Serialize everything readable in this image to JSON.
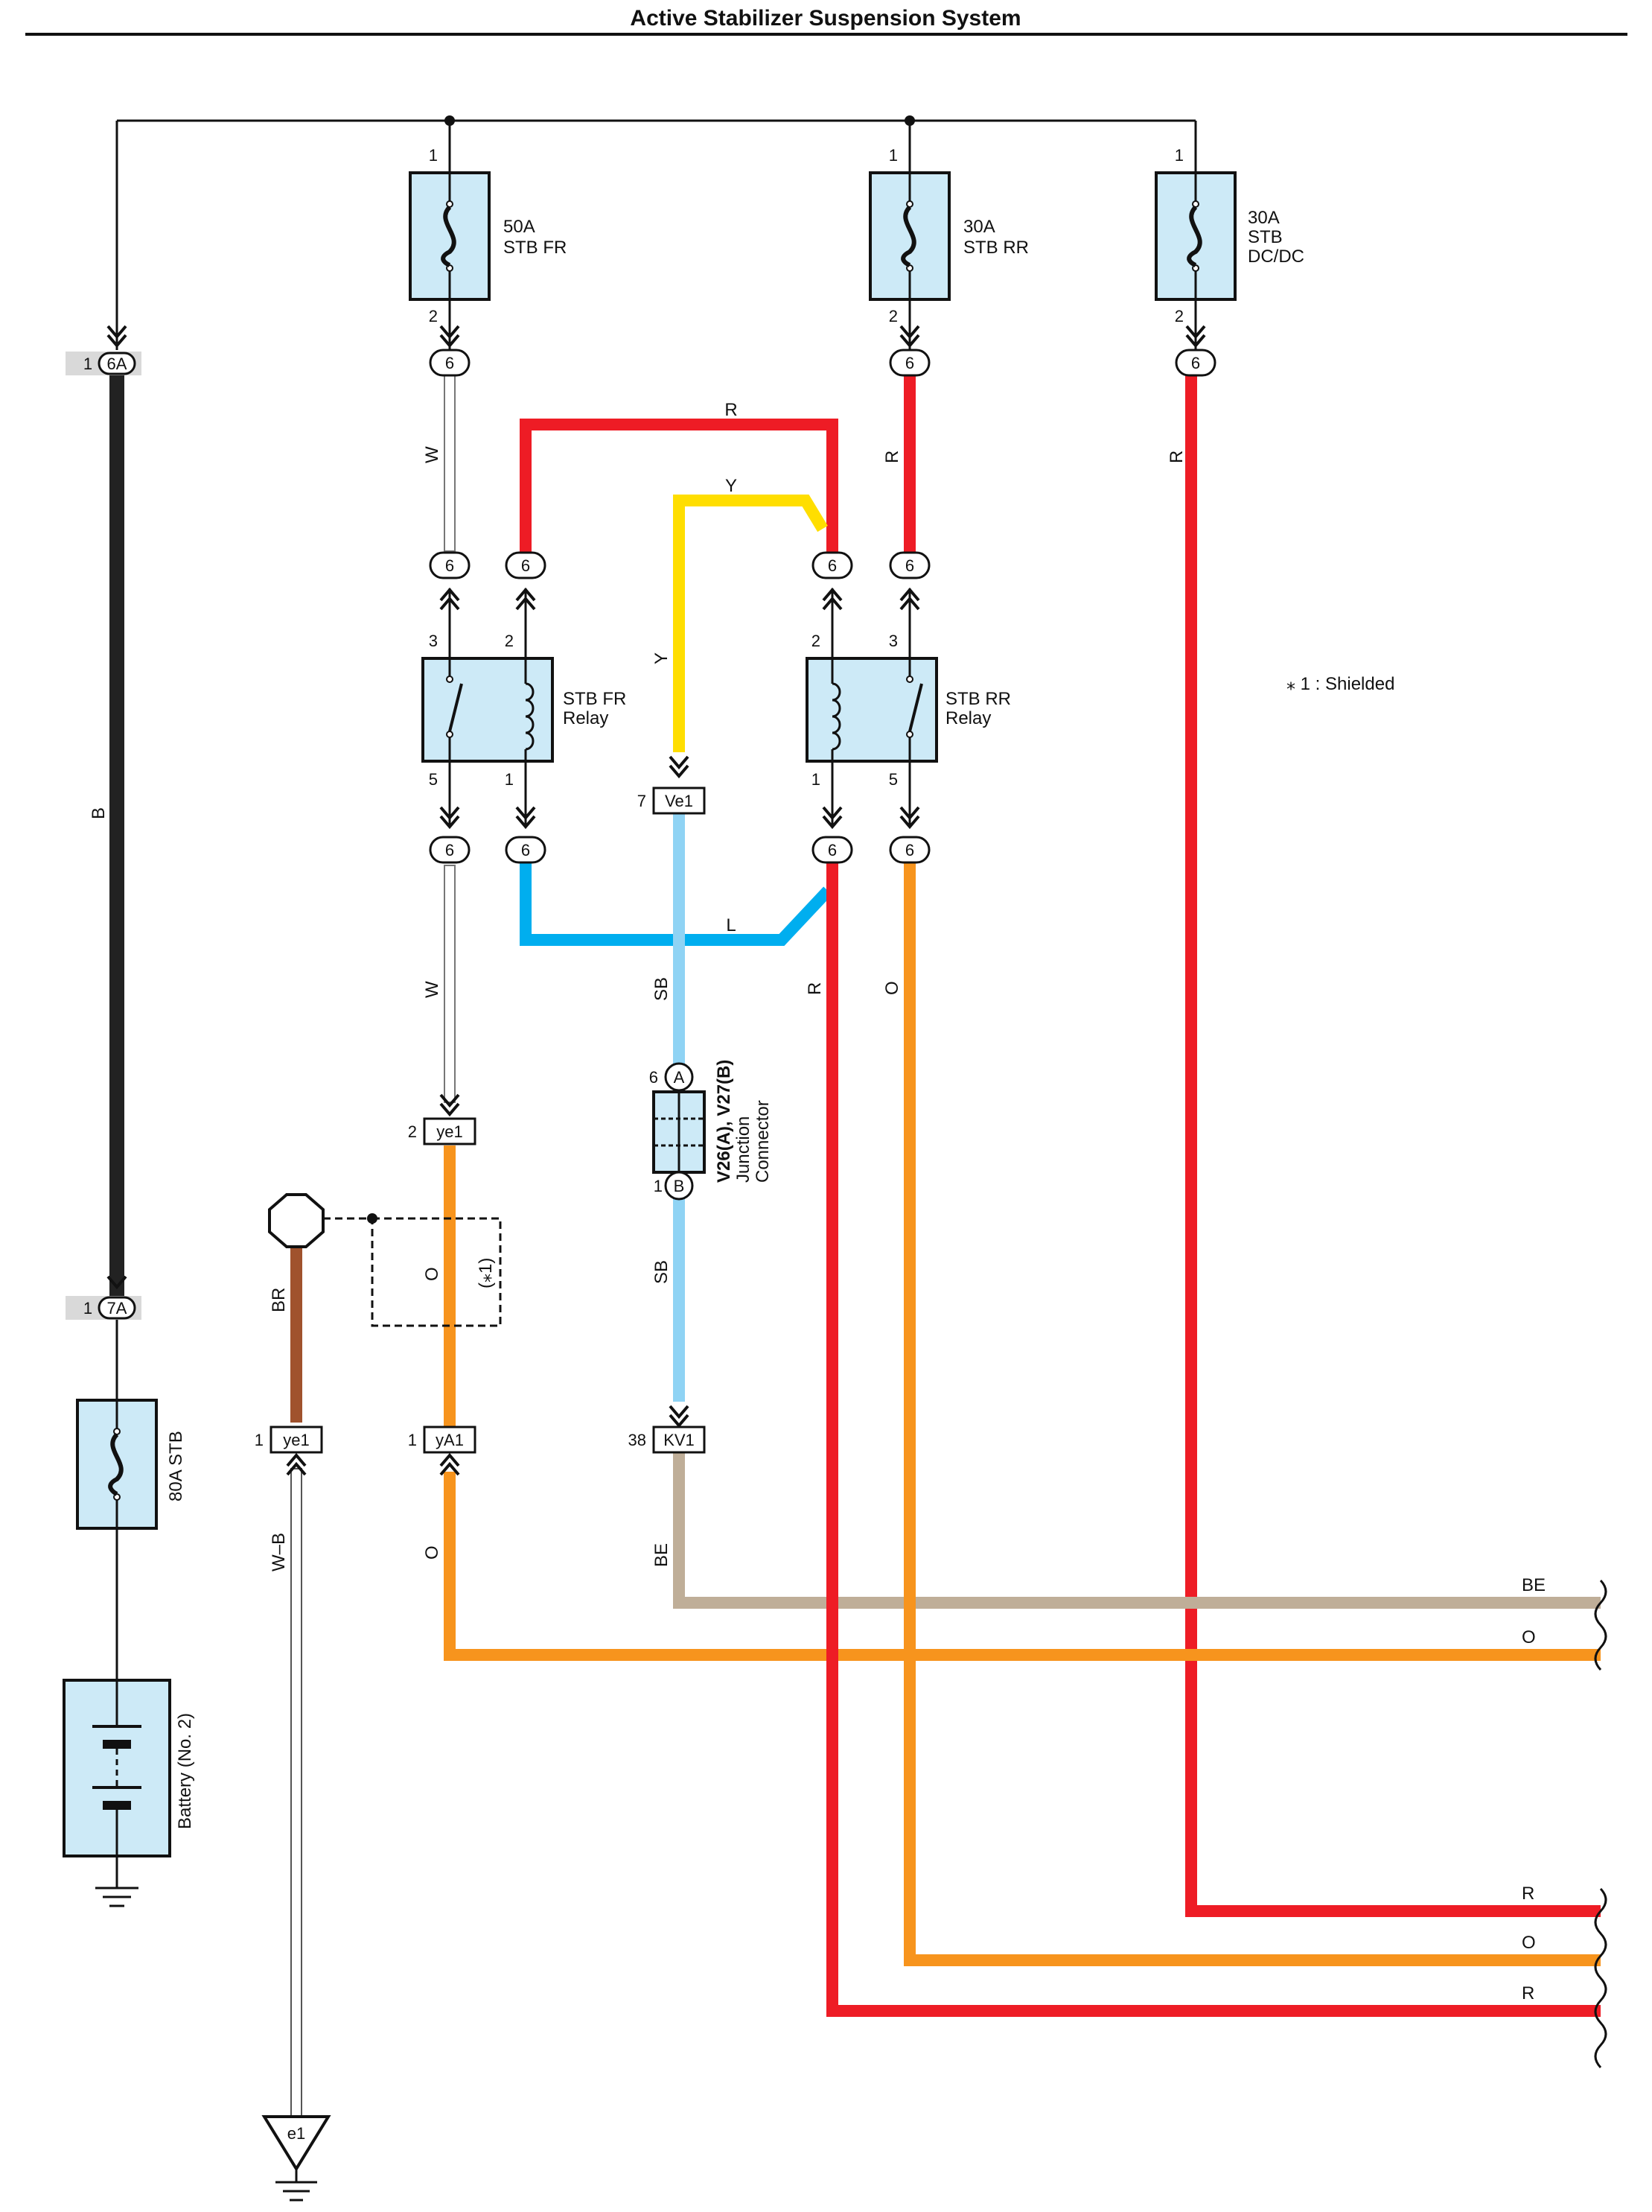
{
  "title": "Active Stabilizer Suspension System",
  "colors": {
    "red": "#ee1c25",
    "orange": "#f7941d",
    "yellow": "#ffde00",
    "light_blue": "#00aeef",
    "sky_blue": "#8fd3f4",
    "brown": "#a0522d",
    "beige": "#bfae98",
    "black": "#222222",
    "component_fill": "#cdeaf7",
    "connector_gray": "#d9d9d9"
  },
  "note": "⁎ 1 : Shielded",
  "components": {
    "fuse_stb_fr": {
      "amp": "50A",
      "name": "STB FR",
      "pin_in": "1",
      "pin_out": "2"
    },
    "fuse_stb_rr": {
      "amp": "30A",
      "name": "STB RR",
      "pin_in": "1",
      "pin_out": "2"
    },
    "fuse_stb_dcdc": {
      "amp": "30A",
      "name_line1": "STB",
      "name_line2": "DC/DC",
      "pin_in": "1",
      "pin_out": "2"
    },
    "fuse_80a": {
      "label": "80A STB"
    },
    "battery": {
      "label": "Battery (No. 2)"
    },
    "relay_fr": {
      "name_line1": "STB FR",
      "name_line2": "Relay",
      "pins": [
        "3",
        "2",
        "5",
        "1"
      ]
    },
    "relay_rr": {
      "name_line1": "STB RR",
      "name_line2": "Relay",
      "pins": [
        "2",
        "3",
        "1",
        "5"
      ]
    },
    "junction": {
      "name": "V26(A), V27(B)",
      "sub1": "Junction",
      "sub2": "Connector",
      "pin_a": "6",
      "letter_a": "A",
      "pin_b": "1",
      "letter_b": "B"
    }
  },
  "connectors": {
    "c6A": {
      "pin": "1",
      "id": "6A"
    },
    "c7A": {
      "pin": "1",
      "id": "7A"
    },
    "six": "6",
    "ve1": {
      "pin": "7",
      "id": "Ve1"
    },
    "ye1_top": {
      "pin": "2",
      "id": "ye1"
    },
    "ye1_bot": {
      "pin": "1",
      "id": "ye1"
    },
    "ya1": {
      "pin": "1",
      "id": "yA1"
    },
    "kv1": {
      "pin": "38",
      "id": "KV1"
    },
    "e1": "e1"
  },
  "wires": {
    "b": "B",
    "w": "W",
    "r": "R",
    "y": "Y",
    "l": "L",
    "sb": "SB",
    "o": "O",
    "br": "BR",
    "wb": "W–B",
    "be": "BE",
    "shield": "(⁎1)"
  }
}
